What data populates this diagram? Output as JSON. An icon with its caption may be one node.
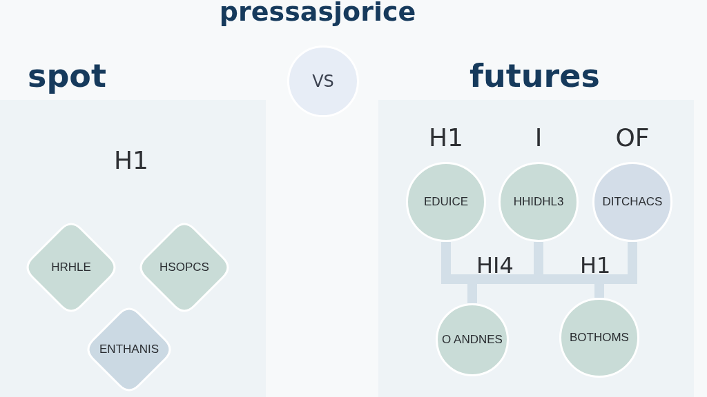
{
  "diagram": {
    "title": "pressasjorice",
    "nodes": [
      {
        "text": [
          "spot",
          "H1"
        ]
      },
      {
        "text": [
          "HRHLE"
        ],
        "in": 0
      },
      {
        "text": [
          "HSOPCS"
        ],
        "in": 0
      },
      {
        "text": [
          "ENTHANIS"
        ],
        "in": 0
      },
      {
        "text": [
          "VS"
        ]
      },
      {
        "text": [
          "futures"
        ]
      },
      {
        "text": [
          "EDUICE"
        ],
        "in": 5,
        "beside": [
          "H1"
        ]
      },
      {
        "text": [
          "HHIDHL3"
        ],
        "in": 5,
        "beside": [
          "I"
        ]
      },
      {
        "text": [
          "DITCHACS"
        ],
        "in": 5,
        "beside": [
          "OF"
        ]
      },
      {
        "text": [
          "O ANDNES"
        ],
        "in": 5
      },
      {
        "text": [
          "BOTHOMS"
        ],
        "in": 5
      }
    ],
    "edges": [
      {
        "from": 6,
        "to": 9,
        "arrow": "none"
      },
      {
        "from": 7,
        "to": 9,
        "arrow": "none"
      },
      {
        "from": 8,
        "to": 9,
        "arrow": "none"
      },
      {
        "from": 6,
        "to": 10,
        "arrow": "none"
      },
      {
        "from": 7,
        "to": 10,
        "arrow": "none"
      },
      {
        "from": 8,
        "to": 10,
        "arrow": "none"
      }
    ],
    "labels": [
      "HI4",
      "H1"
    ]
  }
}
